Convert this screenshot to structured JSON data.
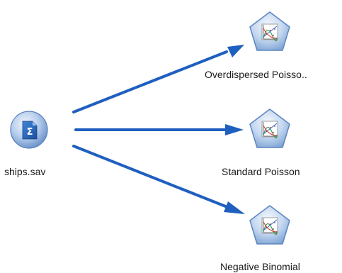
{
  "stream": {
    "source_node": {
      "label": "ships.sav",
      "icon": "statistics-file-source-icon"
    },
    "model_nodes": [
      {
        "label": "Overdispersed Poisso..",
        "icon": "genlin-model-icon"
      },
      {
        "label": "Standard Poisson",
        "icon": "genlin-model-icon"
      },
      {
        "label": "Negative Binomial",
        "icon": "genlin-model-icon"
      }
    ]
  },
  "colors": {
    "connector": "#1f5fbf",
    "node_fill_light": "#dfeaf8",
    "node_fill_dark": "#7ea4d3",
    "node_border": "#4a78b5",
    "label": "#1a1a1a"
  }
}
